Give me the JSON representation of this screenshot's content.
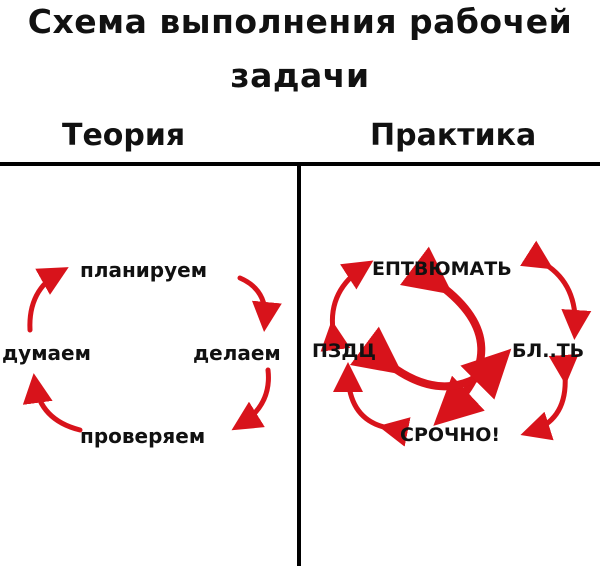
{
  "header": {
    "title_line1": "Схема выполнения рабочей",
    "title_line2": "задачи"
  },
  "columns": {
    "left": {
      "heading": "Теория"
    },
    "right": {
      "heading": "Практика"
    }
  },
  "theory": {
    "nodes": [
      "планируем",
      "делаем",
      "проверяем",
      "думаем"
    ]
  },
  "practice": {
    "nodes": [
      "ЕПТВЮМАТЬ",
      "БЛ..ТЬ",
      "СРОЧНО!",
      "ПЗДЦ"
    ]
  },
  "colors": {
    "arrow": "#d8131b",
    "text": "#111111",
    "divider": "#000000"
  }
}
